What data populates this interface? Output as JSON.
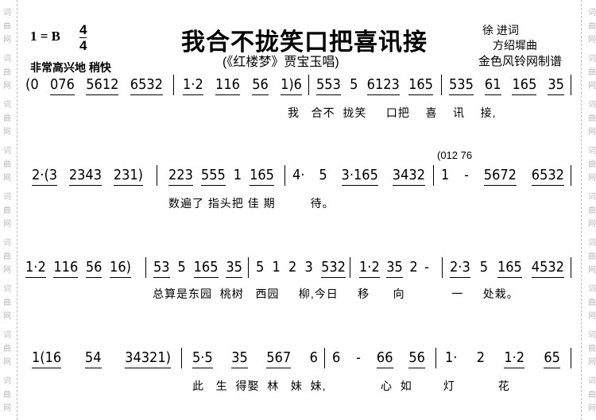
{
  "watermark": "词曲网",
  "header": {
    "key": "1 = B",
    "time_top": "4",
    "time_bottom": "4",
    "tempo": "非常高兴地  稍快",
    "title": "我合不拢笑口把喜讯接",
    "subtitle": "(《红楼梦》贾宝玉唱)",
    "lyricist": "徐  进词",
    "composer": "方绍墀曲",
    "engraver": "金色风铃网制谱"
  },
  "lines": [
    {
      "measures": [
        [
          "(0",
          "076",
          "5612",
          "6532"
        ],
        [
          "1·2",
          "116",
          "56",
          "1)6"
        ],
        [
          "553",
          "5",
          "6123",
          "165"
        ],
        [
          "535",
          "61",
          "165",
          "35"
        ]
      ],
      "lyrics": "我   合不  拢笑     口把    喜    讯    接,"
    },
    {
      "measures": [
        [
          "2·(3",
          "2343",
          "231)"
        ],
        [
          "223",
          "555",
          "1",
          "165"
        ],
        [
          "4·",
          "5",
          "3·165",
          "3432"
        ],
        [
          "1",
          "-",
          "5672",
          "6532"
        ]
      ],
      "lyrics": "数遍了 指头把 佳 期         待。",
      "annotation": "(012 76"
    },
    {
      "measures": [
        [
          "1·2",
          "116",
          "56",
          "16)"
        ],
        [
          "53",
          "5",
          "165",
          "35"
        ],
        [
          "5",
          "1",
          "2",
          "3",
          "532"
        ],
        [
          "1·2",
          "35",
          "2",
          "-"
        ],
        [
          "2·3",
          "5",
          "165",
          "4532"
        ]
      ],
      "lyrics": "总算是东园  桃树   西园     柳,今日     移      向            一     处栽。"
    },
    {
      "measures": [
        [
          "1(16",
          "54",
          "34321)"
        ],
        [
          "5·5",
          "35",
          "567",
          "6"
        ],
        [
          "6",
          "-",
          "66",
          "56"
        ],
        [
          "1·",
          "2",
          "1·2",
          "65"
        ]
      ],
      "lyrics": "此   生  得娶  林   妹  妹,              心  如        灯           花"
    }
  ]
}
